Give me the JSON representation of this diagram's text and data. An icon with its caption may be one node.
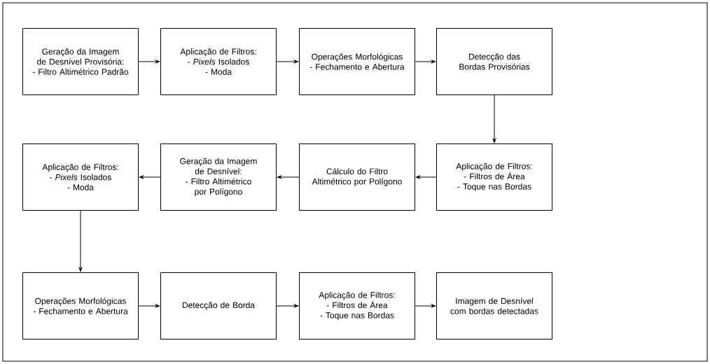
{
  "diagram": {
    "nodes": [
      {
        "text": [
          "Geração da Imagem de Desnível Provisória:",
          "- Filtro Altimétrico Padrão"
        ]
      },
      {
        "text": [
          "Aplicação de Filtros:",
          "- *Pixels* Isolados",
          "- Moda"
        ]
      },
      {
        "text": [
          "Operações Morfológicas",
          "- Fechamento e Abertura"
        ]
      },
      {
        "text": [
          "Detecção das Bordas Provisórias"
        ]
      },
      {
        "text": [
          "Aplicação de Filtros:",
          "- Filtros de Área",
          "- Toque nas Bordas"
        ]
      },
      {
        "text": [
          "Cálculo do Filtro Altimétrico por Polígono"
        ]
      },
      {
        "text": [
          "Geração da Imagem de Desnível:",
          "- Filtro Altimétrico por Polígono"
        ]
      },
      {
        "text": [
          "Aplicação de Filtros:",
          "- *Pixels* Isolados",
          "- Moda"
        ]
      },
      {
        "text": [
          "Operações Morfológicas",
          "- Fechamento e Abertura"
        ]
      },
      {
        "text": [
          "Detecção de Borda"
        ]
      },
      {
        "text": [
          "Aplicação de Filtros:",
          "- Filtros de Área",
          "- Toque nas Bordas"
        ]
      },
      {
        "text": [
          "Imagem de Desnível com bordas detectadas"
        ]
      }
    ],
    "edges": [
      {
        "from": 0,
        "to": 1,
        "arrow": "to"
      },
      {
        "from": 1,
        "to": 2,
        "arrow": "to"
      },
      {
        "from": 2,
        "to": 3,
        "arrow": "to"
      },
      {
        "from": 3,
        "to": 4,
        "arrow": "to"
      },
      {
        "from": 4,
        "to": 5,
        "arrow": "to"
      },
      {
        "from": 5,
        "to": 6,
        "arrow": "to"
      },
      {
        "from": 6,
        "to": 7,
        "arrow": "to"
      },
      {
        "from": 7,
        "to": 8,
        "arrow": "to"
      },
      {
        "from": 8,
        "to": 9,
        "arrow": "to"
      },
      {
        "from": 9,
        "to": 10,
        "arrow": "to"
      },
      {
        "from": 10,
        "to": 11,
        "arrow": "to"
      }
    ]
  }
}
